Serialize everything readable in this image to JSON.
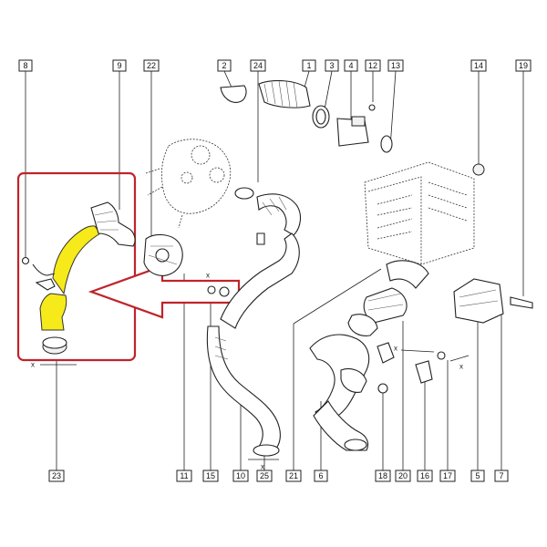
{
  "diagram": {
    "callouts_top": [
      {
        "id": "8",
        "label": "8"
      },
      {
        "id": "9",
        "label": "9"
      },
      {
        "id": "22",
        "label": "22"
      },
      {
        "id": "2",
        "label": "2"
      },
      {
        "id": "24",
        "label": "24"
      },
      {
        "id": "1",
        "label": "1"
      },
      {
        "id": "3",
        "label": "3"
      },
      {
        "id": "4",
        "label": "4"
      },
      {
        "id": "12",
        "label": "12"
      },
      {
        "id": "13",
        "label": "13"
      },
      {
        "id": "14",
        "label": "14"
      },
      {
        "id": "19",
        "label": "19"
      }
    ],
    "callouts_bottom": [
      {
        "id": "23",
        "label": "23"
      },
      {
        "id": "11",
        "label": "11"
      },
      {
        "id": "15",
        "label": "15"
      },
      {
        "id": "10",
        "label": "10"
      },
      {
        "id": "25",
        "label": "25"
      },
      {
        "id": "21",
        "label": "21"
      },
      {
        "id": "6",
        "label": "6"
      },
      {
        "id": "18",
        "label": "18"
      },
      {
        "id": "20",
        "label": "20"
      },
      {
        "id": "16",
        "label": "16"
      },
      {
        "id": "17",
        "label": "17"
      },
      {
        "id": "5",
        "label": "5"
      },
      {
        "id": "7",
        "label": "7"
      }
    ],
    "highlight_color": "#f6ea1a",
    "frame_color": "#c0242b",
    "x_marks": [
      "x",
      "x",
      "x",
      "x",
      "x"
    ]
  }
}
